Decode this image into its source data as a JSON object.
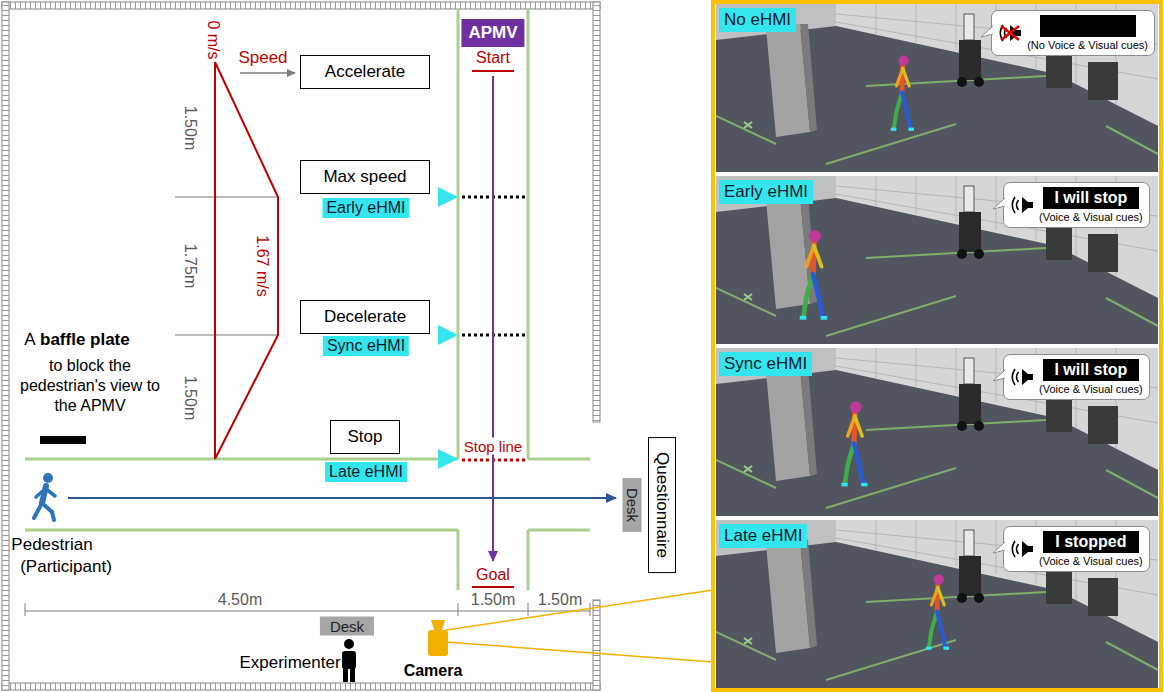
{
  "diagram": {
    "nodes": [
      {
        "text": [
          "APMV"
        ]
      },
      {
        "text": [
          "Accelerate"
        ]
      },
      {
        "text": [
          "Max speed"
        ]
      },
      {
        "text": [
          "Early eHMI"
        ]
      },
      {
        "text": [
          "Decelerate"
        ]
      },
      {
        "text": [
          "Sync eHMI"
        ]
      },
      {
        "text": [
          "Stop"
        ]
      },
      {
        "text": [
          "Late eHMI"
        ]
      },
      {
        "text": [
          "Desk"
        ]
      },
      {
        "text": [
          "Questionnaire"
        ]
      },
      {
        "text": [
          "Desk"
        ]
      },
      {
        "text": [
          "No eHMI"
        ]
      },
      {
        "text": [
          "(No Voice & Visual cues)"
        ]
      },
      {
        "text": [
          "Early eHMI"
        ]
      },
      {
        "text": [
          "I will stop",
          "(Voice & Visual cues)"
        ]
      },
      {
        "text": [
          "Sync eHMI"
        ]
      },
      {
        "text": [
          "I will stop",
          "(Voice & Visual cues)"
        ]
      },
      {
        "text": [
          "Late eHMI"
        ]
      },
      {
        "text": [
          "I stopped",
          "(Voice & Visual cues)"
        ]
      }
    ],
    "labels": [
      "0 m/s",
      "Speed",
      "1.50m",
      "1.75m",
      "1.50m",
      "1.67 m/s",
      "Start",
      "Stop line",
      "Goal",
      "A",
      "baffle plate",
      "to block the pedestrian's view to the APMV",
      "Pedestrian",
      "(Participant)",
      "4.50m",
      "1.50m",
      "1.50m",
      "Experimenter",
      "Camera"
    ]
  }
}
